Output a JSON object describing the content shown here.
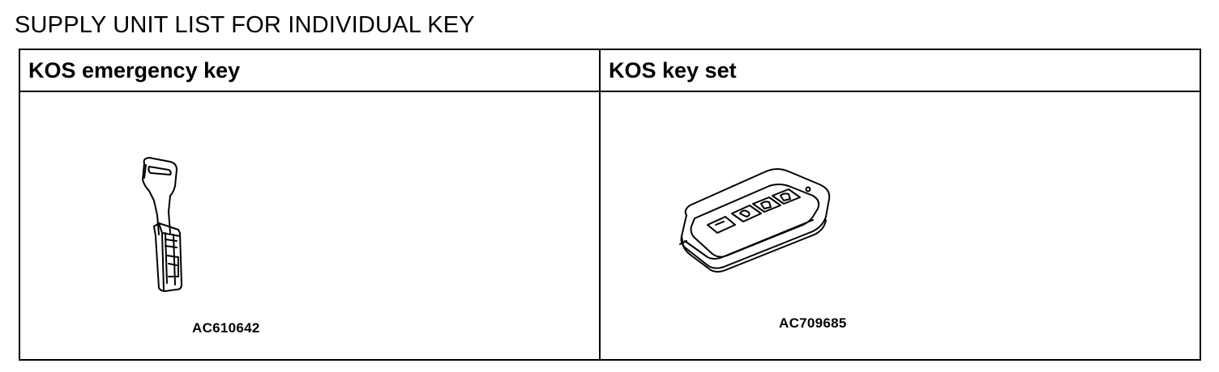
{
  "page": {
    "title": "SUPPLY UNIT LIST FOR INDIVIDUAL KEY"
  },
  "table": {
    "columns": [
      {
        "header": "KOS emergency key",
        "figure_code": "AC610642",
        "figure_icon": "emergency-key-icon"
      },
      {
        "header": "KOS key set",
        "figure_code": "AC709685",
        "figure_icon": "key-fob-icon"
      }
    ]
  }
}
